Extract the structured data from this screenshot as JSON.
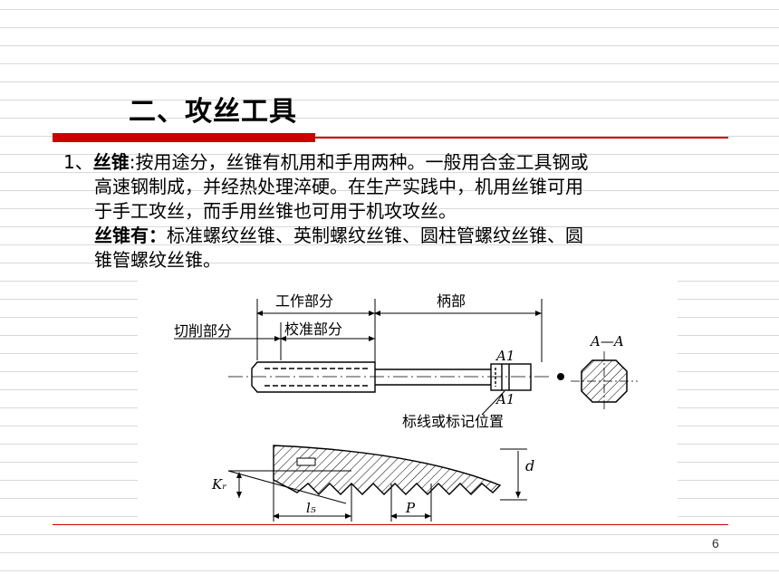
{
  "slide": {
    "title": "二、攻丝工具",
    "page_number": "6"
  },
  "content": {
    "item_number": "1、",
    "term": "丝锥",
    "colon": ":",
    "line1_rest": "按用途分，丝锥有机用和手用两种。一般用合金工具钢或",
    "line2": "高速钢制成，并经热处理淬硬。在生产实践中，机用丝锥可用",
    "line3": "于手工攻丝，而手用丝锥也可用于机攻攻丝。",
    "types_label": "丝锥有：",
    "types_rest": "标准螺纹丝锥、英制螺纹丝锥、圆柱管螺纹丝锥、圆",
    "line5": "锥管螺纹丝锥。"
  },
  "figure": {
    "label_working_part": "工作部分",
    "label_shank": "柄部",
    "label_cutting_part": "切削部分",
    "label_calibrating_part": "校准部分",
    "label_a1_top": "A1",
    "label_a1_bottom": "A1",
    "label_section": "A—A",
    "label_mark_position": "标线或标记位置",
    "label_d": "d",
    "label_kr": "Kᵣ",
    "label_l5": "l₅",
    "label_p": "P"
  }
}
